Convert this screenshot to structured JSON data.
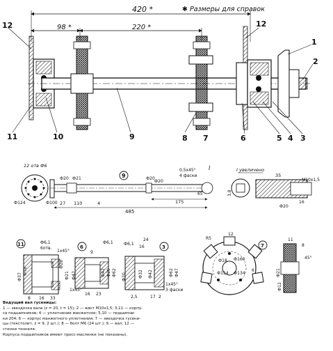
{
  "header": {
    "overall_dim": "420 *",
    "ref_note": "✱ Размеры для справок",
    "dim_98": "98 *",
    "dim_220": "220 *"
  },
  "assembly_labels": {
    "p1": "1",
    "p2": "2",
    "p3": "3",
    "p4": "4",
    "p5": "5",
    "p6": "6",
    "p7": "7",
    "p8": "8",
    "p9": "9",
    "p10": "10",
    "p11": "11",
    "p12a": "12",
    "p12b": "12"
  },
  "shaft_view": {
    "circle_num": "9",
    "holes_note": "12 отв Ф6",
    "d20a": "Ф20",
    "d21": "Ф21",
    "d20b": "Ф20",
    "d20c": "Ф20",
    "d124": "Ф124",
    "d100": "Ф100",
    "chamfer": "0,5х45°",
    "chamfer_sub": "4 фаски",
    "len_485": "485",
    "len_175": "175",
    "len_65": "65",
    "len_110": "110",
    "len_4": "4",
    "len_27": "27",
    "detail_mark": "I",
    "detail_title": "I увеличено",
    "dim_35": "35",
    "dim_m10": "М10х1,5",
    "dim_38": "3,8",
    "dim_20": "Ф20",
    "dim_16": "16"
  },
  "parts": {
    "p11": {
      "num": "11",
      "bolt": "6отв.",
      "d61": "Ф6,1",
      "ch": "1х45°",
      "d37": "Ф37",
      "d78": "Ф78",
      "d28": "Ф28",
      "d21": "Ф21",
      "l8": "8",
      "l16": "16",
      "l33": "33"
    },
    "p6": {
      "num": "6",
      "d42": "Ф42",
      "d42b": "Ф42",
      "d20": "Ф20",
      "d62": "Ф62",
      "d61": "Ф6,1",
      "l9": "9",
      "l16": "16",
      "l23": "23",
      "ch": "1х45°"
    },
    "p3": {
      "num": "3",
      "d20": "Ф20",
      "d32": "Ф32",
      "d42": "Ф42",
      "d62": "Ф62",
      "d47": "Ф47",
      "d61": "Ф6,1",
      "l24": "24",
      "l16": "16",
      "l17": "17",
      "l2": "2",
      "ch": "1х45°",
      "note": "3 фаски",
      "l25": "2,5"
    }
  },
  "sprocket": {
    "circle_num": "7",
    "r5": "R5",
    "r12": "12",
    "d18": "Ф18",
    "d154": "Ф154",
    "d160": "Ф160",
    "d134": "Ф134",
    "a6": "6",
    "l11": "11",
    "l8": "8",
    "d21": "Ф21",
    "d12": "Ф12",
    "ang": "45°"
  },
  "caption": {
    "title": "Ведущий вал гусеницы:",
    "line1": "1 — звездочка вала (z = 20, t = 15); 2 — винт М10х1,5; 3,11 — корпу-",
    "line2": "са подшипников; 4 — уплотнение манжетное; 5,10 — подшипни-",
    "line3": "ки 204; 6 — корпус манжетного уплотнения; 7 — звездочка гусени-",
    "line4": "цы (текстолит, z = 9, 2 шт.); 8 — болт М6 (24 шт.); 9 — вал; 12 —",
    "line5": "стенки тоннеля.",
    "line6": "Корпуса подшипников имеют пресс-масленки (не показаны)."
  }
}
